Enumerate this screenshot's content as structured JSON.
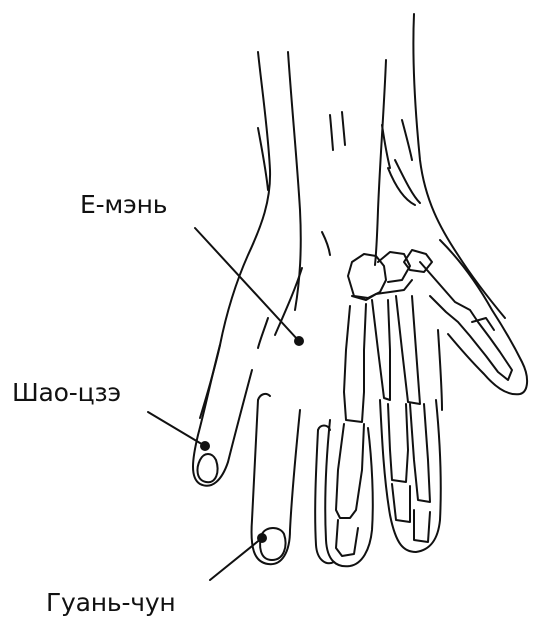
{
  "points": [
    {
      "id": "yemen",
      "label": "Е-мэнь"
    },
    {
      "id": "shaoze",
      "label": "Шао-цзэ"
    },
    {
      "id": "guanchong",
      "label": "Гуань-чун"
    }
  ],
  "colors": {
    "ink": "#111111",
    "background": "#ffffff"
  }
}
